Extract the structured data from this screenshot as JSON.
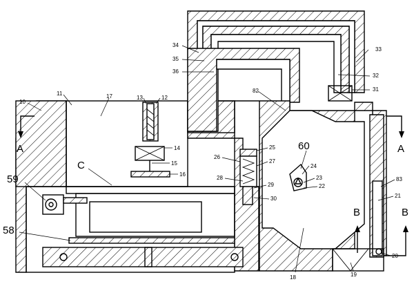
{
  "labels": {
    "n10": "10",
    "n11": "11",
    "n17": "17",
    "n13": "13",
    "n12": "12",
    "n14": "14",
    "n15": "15",
    "n16": "16",
    "n34": "34",
    "n35": "35",
    "n36": "36",
    "n33": "33",
    "n32": "32",
    "n31": "31",
    "n82": "82",
    "n26": "26",
    "n25": "25",
    "n27": "27",
    "n28": "28",
    "n29": "29",
    "n30": "30",
    "n60": "60",
    "n24": "24",
    "n23": "23",
    "n22": "22",
    "n83": "83",
    "n21": "21",
    "n20": "20",
    "n19": "19",
    "n18": "18",
    "n59": "59",
    "n58": "58",
    "nC": "C",
    "sectA": "A",
    "sectB": "B"
  }
}
